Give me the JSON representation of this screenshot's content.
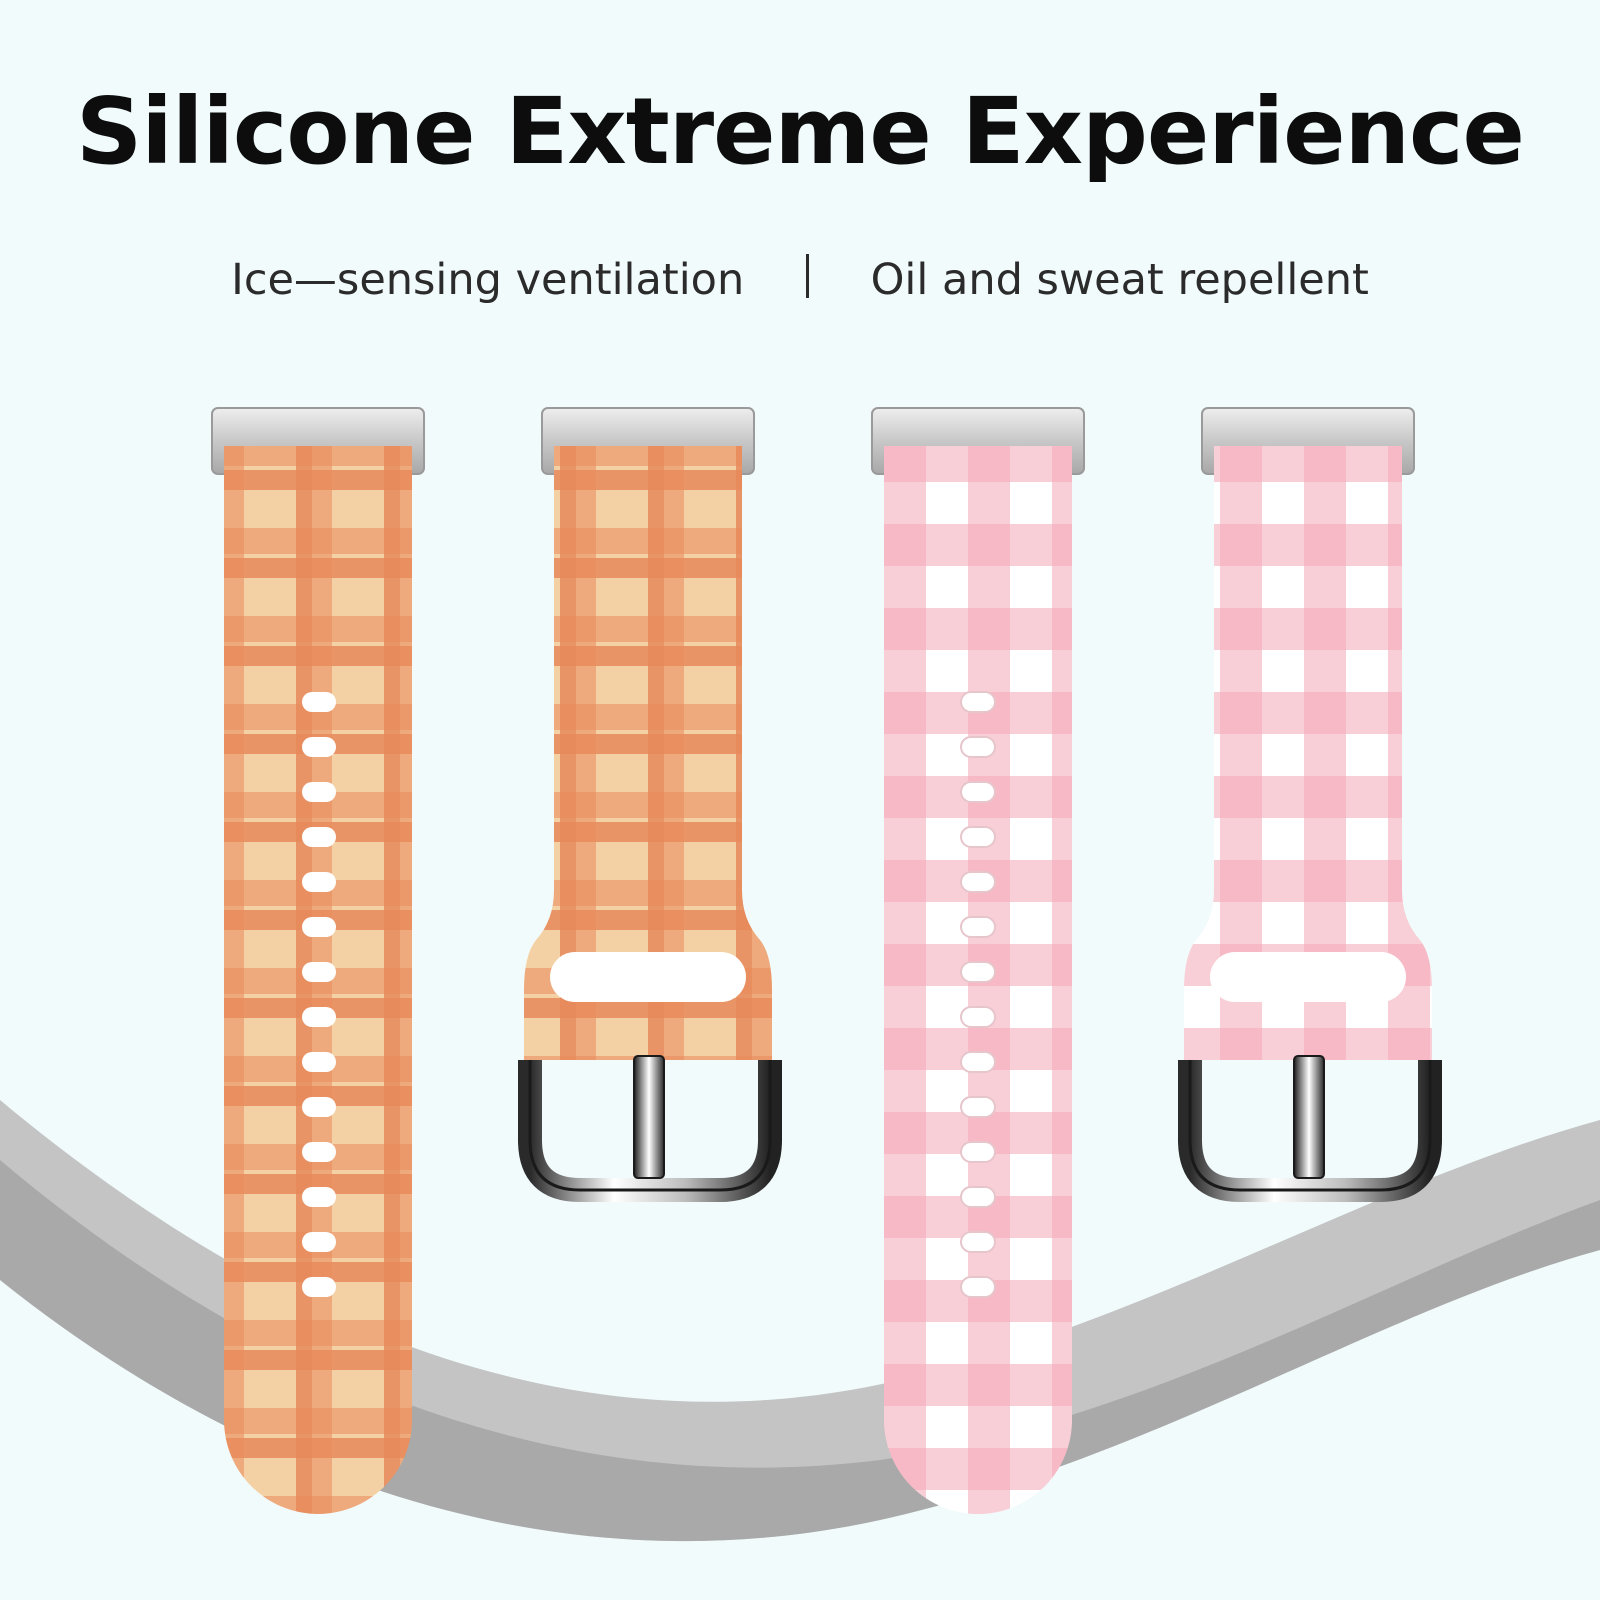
{
  "headline": "Silicone Extreme Experience",
  "features": [
    "Ice—sensing ventilation",
    "Oil and sweat repellent"
  ],
  "colors": {
    "background": "#f1fbfc",
    "orange_base": "#f4d1a5",
    "orange_stripe": "#e88a5a",
    "pink_base": "#ffffff",
    "pink_stripe": "#f3a8b5",
    "metal": "#d2d2d2"
  },
  "straps": [
    {
      "name": "orange-plaid",
      "piece": "long-strap"
    },
    {
      "name": "orange-plaid",
      "piece": "buckle-strap"
    },
    {
      "name": "pink-gingham",
      "piece": "long-strap"
    },
    {
      "name": "pink-gingham",
      "piece": "buckle-strap"
    }
  ]
}
